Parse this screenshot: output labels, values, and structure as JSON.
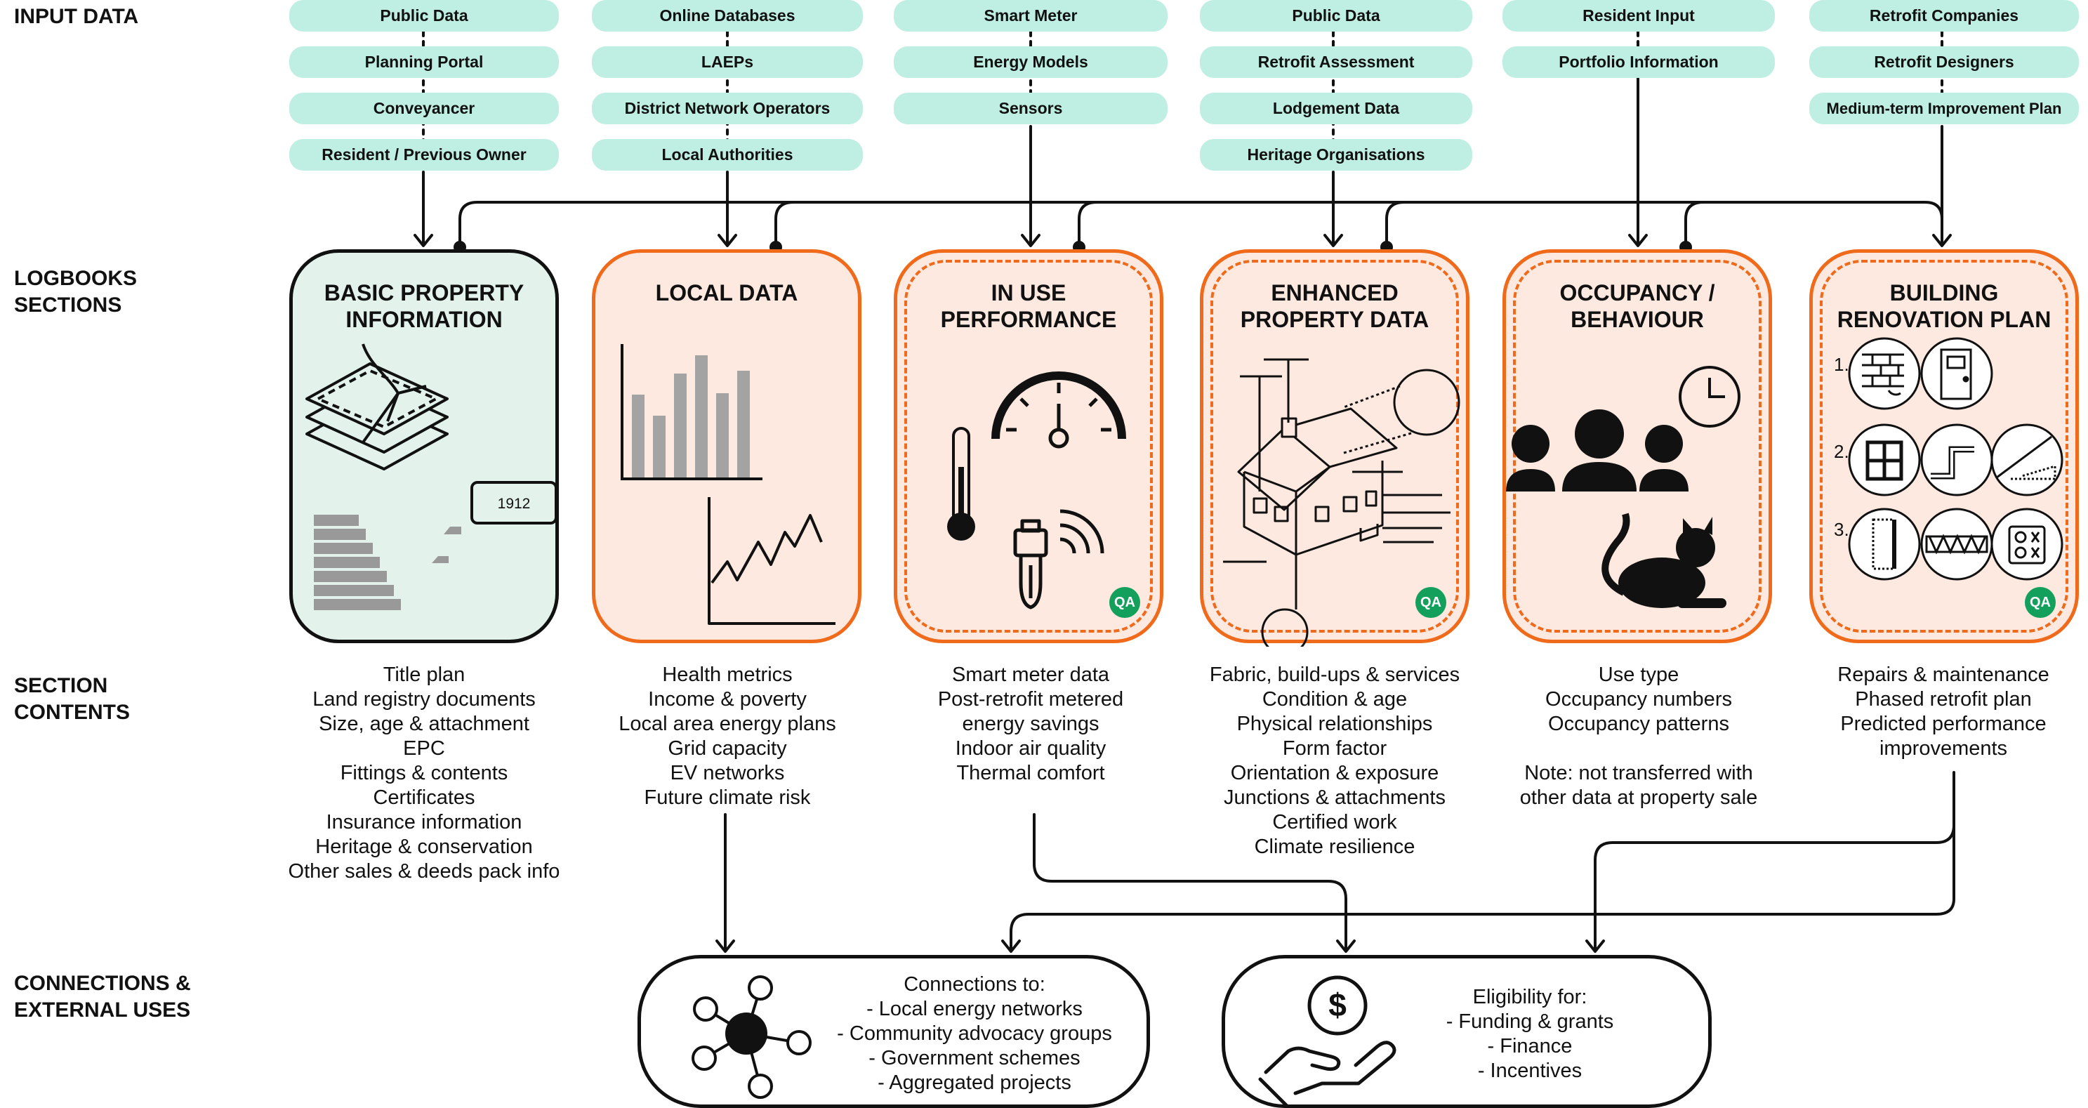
{
  "row_labels": {
    "input": "INPUT DATA",
    "logbooks": "LOGBOOKS\nSECTIONS",
    "contents": "SECTION\nCONTENTS",
    "connections": "CONNECTIONS &\nEXTERNAL USES"
  },
  "inputs": [
    [
      "Public Data",
      "Planning Portal",
      "Conveyancer",
      "Resident / Previous Owner"
    ],
    [
      "Online Databases",
      "LAEPs",
      "District Network Operators",
      "Local Authorities"
    ],
    [
      "Smart Meter",
      "Energy Models",
      "Sensors"
    ],
    [
      "Public Data",
      "Retrofit Assessment",
      "Lodgement Data",
      "Heritage Organisations"
    ],
    [
      "Resident Input",
      "Portfolio Information"
    ],
    [
      "Retrofit Companies",
      "Retrofit Designers",
      "Medium-term Improvement Plan"
    ]
  ],
  "sections": [
    {
      "title": "BASIC PROPERTY\nINFORMATION",
      "style": "green",
      "qa": ""
    },
    {
      "title": "LOCAL DATA",
      "style": "orange",
      "qa": ""
    },
    {
      "title": "IN USE\nPERFORMANCE",
      "style": "orange-dashed",
      "qa": "QA"
    },
    {
      "title": "ENHANCED\nPROPERTY DATA",
      "style": "orange-dashed",
      "qa": "QA"
    },
    {
      "title": "OCCUPANCY /\nBEHAVIOUR",
      "style": "orange-dashed",
      "qa": ""
    },
    {
      "title": "BUILDING\nRENOVATION PLAN",
      "style": "orange-dashed",
      "qa": "QA"
    }
  ],
  "basic_year_tag": "1912",
  "renovation_steps": [
    "1.",
    "2.",
    "3."
  ],
  "contents": [
    [
      "Title plan",
      "Land registry documents",
      "Size, age & attachment",
      "EPC",
      "Fittings & contents",
      "Certificates",
      "Insurance information",
      "Heritage & conservation",
      "Other sales & deeds pack info"
    ],
    [
      "Health metrics",
      "Income & poverty",
      "Local area energy plans",
      "Grid capacity",
      "EV networks",
      "Future climate risk"
    ],
    [
      "Smart meter data",
      "Post-retrofit metered",
      "energy savings",
      "Indoor air quality",
      "Thermal comfort"
    ],
    [
      "Fabric, build-ups & services",
      "Condition & age",
      "Physical relationships",
      "Form factor",
      "Orientation & exposure",
      "Junctions & attachments",
      "Certified work",
      "Climate resilience"
    ],
    [
      "Use type",
      "Occupancy numbers",
      "Occupancy patterns",
      "",
      "Note: not transferred with",
      "other data at property sale"
    ],
    [
      "Repairs & maintenance",
      "Phased retrofit plan",
      "Predicted performance",
      "improvements"
    ]
  ],
  "uses": {
    "connections": [
      "Connections to:",
      "- Local energy networks",
      "- Community advocacy groups",
      "- Government schemes",
      "- Aggregated projects"
    ],
    "eligibility": [
      "Eligibility for:",
      "- Funding & grants",
      "- Finance",
      "- Incentives"
    ]
  },
  "colors": {
    "input_pill": "#bfeee2",
    "accent_orange": "#f06a1c",
    "green_card": "#e3f3ec",
    "orange_card": "#fde9df",
    "qa_badge": "#12a05c"
  },
  "icons": [
    "layers-map-icon",
    "bar-chart-icon",
    "line-chart-icon",
    "thermometer-icon",
    "gauge-icon",
    "sensor-icon",
    "house-detail-icon",
    "clock-icon",
    "people-icon",
    "cat-icon",
    "brick-wall-icon",
    "door-icon",
    "window-icon",
    "pipe-icon",
    "roof-insulation-icon",
    "wall-insulation-icon",
    "floor-insulation-icon",
    "heat-pump-icon",
    "network-hub-icon",
    "money-hand-icon"
  ]
}
